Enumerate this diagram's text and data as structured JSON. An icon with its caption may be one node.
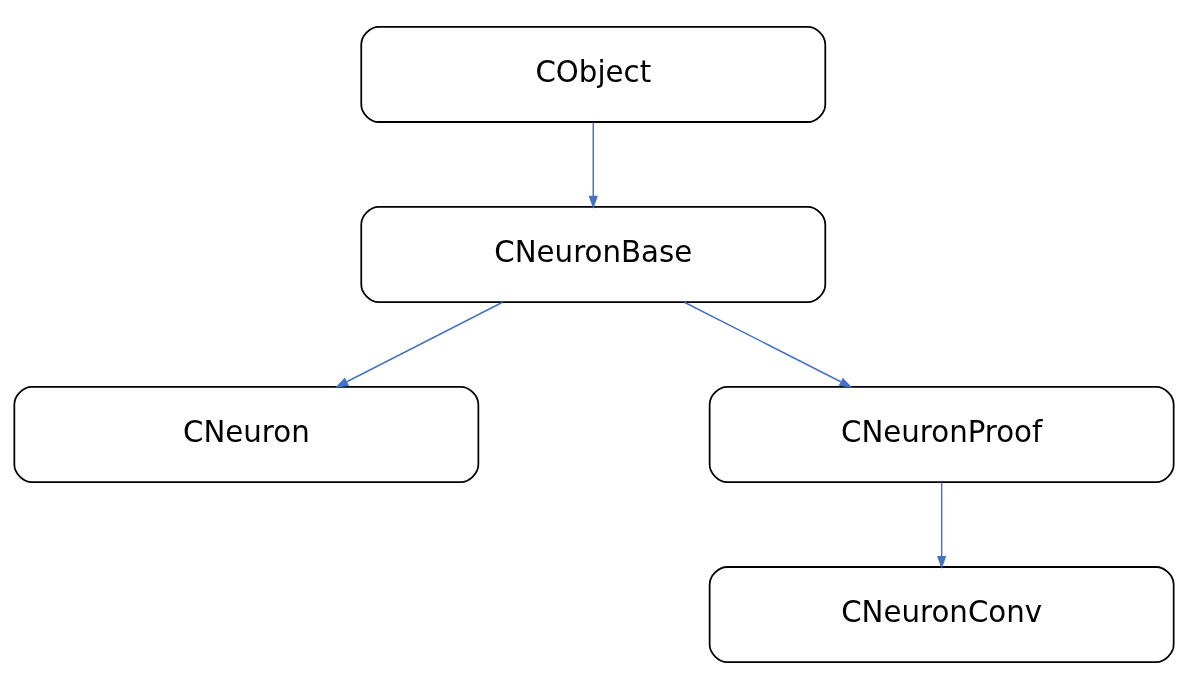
{
  "diagram": {
    "nodes": [
      {
        "text": [
          "CObject"
        ]
      },
      {
        "text": [
          "CNeuronBase"
        ]
      },
      {
        "text": [
          "CNeuron"
        ]
      },
      {
        "text": [
          "CNeuronProof"
        ]
      },
      {
        "text": [
          "CNeuronConv"
        ]
      }
    ],
    "edges": [
      {
        "from": 0,
        "to": 1,
        "arrow": "to"
      },
      {
        "from": 1,
        "to": 2,
        "arrow": "to"
      },
      {
        "from": 1,
        "to": 3,
        "arrow": "to"
      },
      {
        "from": 3,
        "to": 4,
        "arrow": "to"
      }
    ]
  }
}
